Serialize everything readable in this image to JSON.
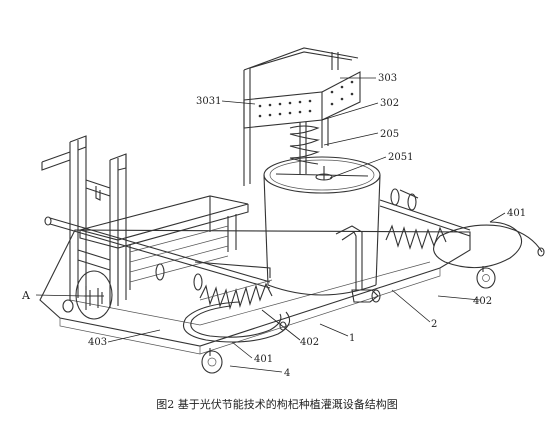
{
  "labels": {
    "l3031": "3031",
    "l303": "303",
    "l302": "302",
    "l205": "205",
    "l2051": "2051",
    "l401a": "401",
    "lA": "A",
    "l402a": "402",
    "l403": "403",
    "l402b": "402",
    "l1": "1",
    "l2": "2",
    "l401b": "401",
    "l4": "4"
  },
  "caption": "图2 基于光伏节能技术的枸杞种植灌溉设备结构图"
}
